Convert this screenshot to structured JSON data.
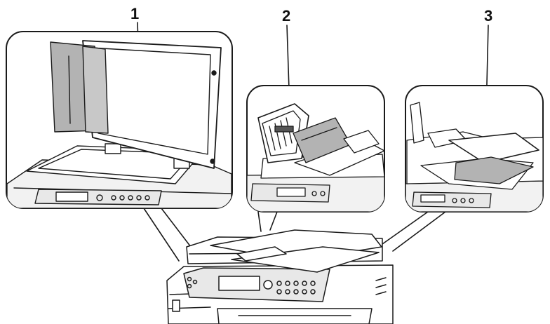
{
  "callouts": [
    {
      "number": "1"
    },
    {
      "number": "2"
    },
    {
      "number": "3"
    }
  ],
  "colors": {
    "outline": "#1a1a1a",
    "shade": "#b3b3b3",
    "paper": "#ffffff",
    "panel": "#e8e8e8"
  }
}
